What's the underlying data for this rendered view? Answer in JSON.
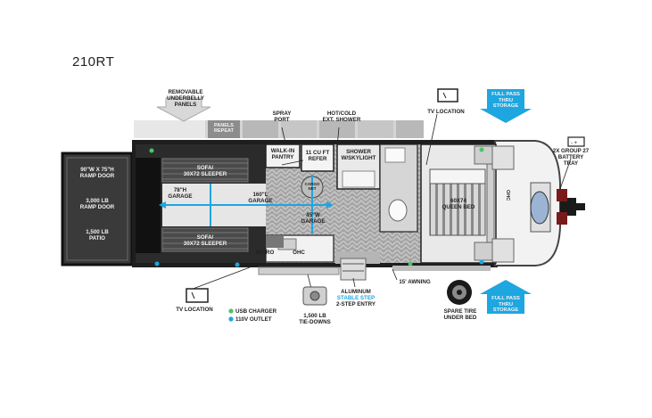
{
  "model": "210RT",
  "labels": {
    "removable_panels": "REMOVABLE\nUNDERBELLY\nPANELS",
    "panels_repeat": "PANELS\nREPEAT",
    "spray_port": "SPRAY\nPORT",
    "hot_cold_shower": "HOT/COLD\nEXT. SHOWER",
    "tv_location_top": "TV LOCATION",
    "full_pass_top": "FULL PASS\nTHRU\nSTORAGE",
    "battery_tray": "2X GROUP 27\nBATTERY\nTRAY",
    "ramp_door_size": "90\"W x 75\"H\nRAMP DOOR",
    "ramp_door_capacity": "3,000 LB\nRAMP DOOR",
    "patio": "1,500 LB\nPATIO",
    "sofa_top": "SOFA/\n30x72 SLEEPER",
    "sofa_bottom": "SOFA/\n30x72 SLEEPER",
    "garage_height": "78\"H\nGARAGE",
    "garage_length": "160\"L\nGARAGE",
    "garage_width": "45\"W\nGARAGE",
    "walk_in_pantry": "WALK-IN\nPANTRY",
    "refer": "11 CU FT\nREFER",
    "shower": "SHOWER\nw/SKYLIGHT",
    "queen_bed": "60x74\nQUEEN BED",
    "ohc_front": "OHC",
    "micro": "MICRO",
    "ohc_kitchen": "OHC",
    "cargo_net": "CARGO\nNET",
    "tv_location_bottom": "TV LOCATION",
    "usb_charger": "USB CHARGER",
    "outlet_110v": "110V OUTLET",
    "tie_downs": "1,500 LB\nTIE-DOWNS",
    "step_aluminum": "ALUMINUM",
    "step_stable": "STABLE STEP",
    "step_entry": "2-STEP ENTRY",
    "awning": "15' AWNING",
    "spare_tire": "SPARE TIRE\nUNDER BED",
    "full_pass_bottom": "FULL PASS\nTHRU\nSTORAGE"
  },
  "colors": {
    "accent_blue": "#1ea6e0",
    "usb_green": "#4cc36a",
    "outlet_blue": "#1ea6e0",
    "dark_floor": "#2c2c2c",
    "wall": "#1a1a1a"
  },
  "icons": [
    "tv-icon",
    "battery-icon",
    "down-arrow-icon",
    "up-arrow-icon",
    "tire-icon",
    "tie-down-icon",
    "grid-icon",
    "hitch-icon"
  ]
}
